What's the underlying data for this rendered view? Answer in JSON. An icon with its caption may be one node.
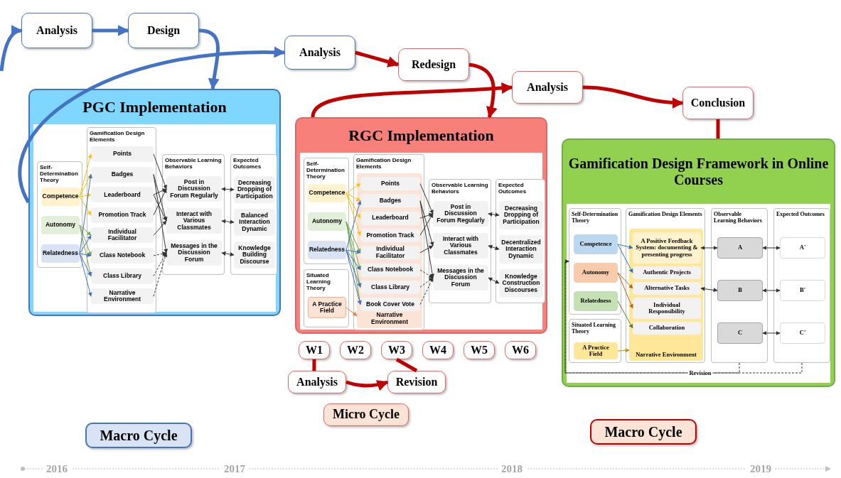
{
  "diagram": {
    "nodes": [
      {
        "text": [
          "Analysis"
        ]
      },
      {
        "text": [
          "Design"
        ]
      },
      {
        "text": [
          "Analysis"
        ]
      },
      {
        "text": [
          "Redesign"
        ]
      },
      {
        "text": [
          "Analysis"
        ]
      },
      {
        "text": [
          "Conclusion"
        ]
      },
      {
        "text": [
          "PGC Implementation"
        ]
      },
      {
        "text": [
          "Self-Determination Theory"
        ],
        "in": 6
      },
      {
        "text": [
          "Competence"
        ],
        "in": 7
      },
      {
        "text": [
          "Autonomy"
        ],
        "in": 7
      },
      {
        "text": [
          "Relatedness"
        ],
        "in": 7
      },
      {
        "text": [
          "Gamification Design Elements"
        ],
        "in": 6
      },
      {
        "text": [
          "Points"
        ],
        "in": 11
      },
      {
        "text": [
          "Badges"
        ],
        "in": 11
      },
      {
        "text": [
          "Leaderboard"
        ],
        "in": 11
      },
      {
        "text": [
          "Promotion Track"
        ],
        "in": 11
      },
      {
        "text": [
          "Individual Facilitator"
        ],
        "in": 11
      },
      {
        "text": [
          "Class Notebook"
        ],
        "in": 11
      },
      {
        "text": [
          "Class Library"
        ],
        "in": 11
      },
      {
        "text": [
          "Narrative Environment"
        ],
        "in": 11
      },
      {
        "text": [
          "Observable Learning Behaviors"
        ],
        "in": 6
      },
      {
        "text": [
          "Post in Discussion Forum Regularly"
        ],
        "in": 20
      },
      {
        "text": [
          "Interact with Various Classmates"
        ],
        "in": 20
      },
      {
        "text": [
          "Messages in the Discussion Forum"
        ],
        "in": 20
      },
      {
        "text": [
          "Expected Outcomes"
        ],
        "in": 6
      },
      {
        "text": [
          "Decreasing Dropping of Participation"
        ],
        "in": 24
      },
      {
        "text": [
          "Balanced Interaction Dynamic"
        ],
        "in": 24
      },
      {
        "text": [
          "Knowledge Building Discourse"
        ],
        "in": 24
      },
      {
        "text": [
          "RGC Implementation"
        ]
      },
      {
        "text": [
          "Self-Determination Theory"
        ],
        "in": 28
      },
      {
        "text": [
          "Competence"
        ],
        "in": 29
      },
      {
        "text": [
          "Autonomy"
        ],
        "in": 29
      },
      {
        "text": [
          "Relatedness"
        ],
        "in": 29
      },
      {
        "text": [
          "Situated Learning Theory"
        ],
        "in": 28
      },
      {
        "text": [
          "A Practice Field"
        ],
        "in": 33
      },
      {
        "text": [
          "Gamification Design Elements"
        ],
        "in": 28
      },
      {
        "text": [
          "Narrative Environment"
        ],
        "in": 35
      },
      {
        "text": [
          "Points"
        ],
        "in": 36
      },
      {
        "text": [
          "Badges"
        ],
        "in": 36
      },
      {
        "text": [
          "Leaderboard"
        ],
        "in": 36
      },
      {
        "text": [
          "Promotion Track"
        ],
        "in": 36
      },
      {
        "text": [
          "Individual Facilitator"
        ],
        "in": 36
      },
      {
        "text": [
          "Class Notebook"
        ],
        "in": 36
      },
      {
        "text": [
          "Class Library"
        ],
        "in": 36
      },
      {
        "text": [
          "Book Cover Vote"
        ],
        "in": 36
      },
      {
        "text": [
          "Observable Learning Behaviors"
        ],
        "in": 28
      },
      {
        "text": [
          "Post in Discussion Forum Regularly"
        ],
        "in": 45
      },
      {
        "text": [
          "Interact with Various Classmates"
        ],
        "in": 45
      },
      {
        "text": [
          "Messages in the Discussion Forum"
        ],
        "in": 45
      },
      {
        "text": [
          "Expected Outcomes"
        ],
        "in": 28
      },
      {
        "text": [
          "Decreasing Dropping of Participation"
        ],
        "in": 49
      },
      {
        "text": [
          "Decentralized Interaction Dynamic"
        ],
        "in": 49
      },
      {
        "text": [
          "Knowledge Construction Discourses"
        ],
        "in": 49
      },
      {
        "text": [
          "Gamification Design Framework in Online Courses"
        ]
      },
      {
        "text": [
          "Self-Determination Theory"
        ],
        "in": 53
      },
      {
        "text": [
          "Competence"
        ],
        "in": 54
      },
      {
        "text": [
          "Autonomy"
        ],
        "in": 54
      },
      {
        "text": [
          "Relatedness"
        ],
        "in": 54
      },
      {
        "text": [
          "Situated Learning Theory"
        ],
        "in": 53
      },
      {
        "text": [
          "A Practice Field"
        ],
        "in": 58
      },
      {
        "text": [
          "Gamification Design Elements"
        ],
        "in": 53
      },
      {
        "text": [
          "Narrative Environment"
        ],
        "in": 60
      },
      {
        "text": [
          "A Positive Feedback System: documenting & presenting progress"
        ],
        "in": 61
      },
      {
        "text": [
          "Authentic Projects"
        ],
        "in": 61
      },
      {
        "text": [
          "Alternative Tasks"
        ],
        "in": 61
      },
      {
        "text": [
          "Individual Responsibility"
        ],
        "in": 61
      },
      {
        "text": [
          "Collaboration"
        ],
        "in": 61
      },
      {
        "text": [
          "Observable Learning Behaviors"
        ],
        "in": 53
      },
      {
        "text": [
          "A"
        ],
        "in": 67
      },
      {
        "text": [
          "B"
        ],
        "in": 67
      },
      {
        "text": [
          "C"
        ],
        "in": 67
      },
      {
        "text": [
          "Expected Outcomes"
        ],
        "in": 53
      },
      {
        "text": [
          "A'"
        ],
        "in": 71
      },
      {
        "text": [
          "B'"
        ],
        "in": 71
      },
      {
        "text": [
          "C'"
        ],
        "in": 71
      },
      {
        "text": [
          "W1"
        ]
      },
      {
        "text": [
          "W2"
        ]
      },
      {
        "text": [
          "W3"
        ]
      },
      {
        "text": [
          "W4"
        ]
      },
      {
        "text": [
          "W5"
        ]
      },
      {
        "text": [
          "W6"
        ]
      },
      {
        "text": [
          "Analysis"
        ]
      },
      {
        "text": [
          "Revision"
        ]
      },
      {
        "text": [
          "Micro Cycle"
        ]
      },
      {
        "text": [
          "Macro Cycle"
        ]
      },
      {
        "text": [
          "Macro Cycle"
        ]
      }
    ],
    "edges": [
      {
        "from": null,
        "to": 0,
        "arrow": "to",
        "style": "thick",
        "color": "#4472c4"
      },
      {
        "from": 0,
        "to": 1,
        "arrow": "to",
        "style": "thick",
        "color": "#4472c4"
      },
      {
        "from": 1,
        "to": 6,
        "arrow": "to",
        "style": "thick",
        "color": "#4472c4"
      },
      {
        "from": 6,
        "to": 2,
        "arrow": "to",
        "style": "thick",
        "color": "#4472c4"
      },
      {
        "from": 2,
        "to": 3,
        "arrow": "to",
        "style": "thick",
        "color": "#c00000"
      },
      {
        "from": 3,
        "to": 28,
        "arrow": "to",
        "style": "thick",
        "color": "#c00000"
      },
      {
        "from": 28,
        "to": 4,
        "arrow": "to",
        "style": "thick",
        "color": "#c00000"
      },
      {
        "from": 4,
        "to": 5,
        "arrow": "to",
        "style": "thick",
        "color": "#c00000"
      },
      {
        "from": 5,
        "to": 53,
        "arrow": "none",
        "style": "thick",
        "color": "#c00000"
      },
      {
        "from": 75,
        "to": 81,
        "arrow": "none",
        "style": "thick",
        "color": "#c00000"
      },
      {
        "from": 81,
        "to": 82,
        "arrow": "to",
        "style": "thick",
        "color": "#c00000"
      },
      {
        "from": 82,
        "to": 77,
        "arrow": "none",
        "style": "thick",
        "color": "#c00000"
      },
      {
        "from": 8,
        "to": 12,
        "arrow": "to",
        "color": "#ffc000"
      },
      {
        "from": 8,
        "to": 13,
        "arrow": "to",
        "color": "#ffc000"
      },
      {
        "from": 8,
        "to": 14,
        "arrow": "to",
        "color": "#ffc000"
      },
      {
        "from": 8,
        "to": 15,
        "arrow": "to",
        "color": "#ffc000"
      },
      {
        "from": 9,
        "to": 16,
        "arrow": "to",
        "color": "#70ad47"
      },
      {
        "from": 9,
        "to": 17,
        "arrow": "to",
        "color": "#70ad47"
      },
      {
        "from": 9,
        "to": 18,
        "arrow": "to",
        "color": "#70ad47"
      },
      {
        "from": 10,
        "to": 13,
        "arrow": "to",
        "color": "#4472c4"
      },
      {
        "from": 10,
        "to": 16,
        "arrow": "to",
        "color": "#4472c4"
      },
      {
        "from": 10,
        "to": 17,
        "arrow": "to",
        "color": "#4472c4"
      },
      {
        "from": 10,
        "to": 18,
        "arrow": "to",
        "color": "#4472c4"
      },
      {
        "from": 10,
        "to": 19,
        "arrow": "to",
        "color": "#4472c4"
      },
      {
        "from": 12,
        "to": 21,
        "arrow": "to"
      },
      {
        "from": 13,
        "to": 22,
        "arrow": "to"
      },
      {
        "from": 13,
        "to": 23,
        "arrow": "to"
      },
      {
        "from": 14,
        "to": 21,
        "arrow": "to"
      },
      {
        "from": 14,
        "to": 22,
        "arrow": "to"
      },
      {
        "from": 15,
        "to": 21,
        "arrow": "to"
      },
      {
        "from": 16,
        "to": 22,
        "arrow": "to"
      },
      {
        "from": 17,
        "to": 23,
        "arrow": "to",
        "style": "dashed"
      },
      {
        "from": 18,
        "to": 23,
        "arrow": "to",
        "style": "dashed"
      },
      {
        "from": 19,
        "to": 23,
        "arrow": "to",
        "style": "dashed"
      },
      {
        "from": 21,
        "to": 25,
        "arrow": "both"
      },
      {
        "from": 22,
        "to": 26,
        "arrow": "both"
      },
      {
        "from": 23,
        "to": 27,
        "arrow": "both"
      },
      {
        "from": 30,
        "to": 37,
        "arrow": "to",
        "color": "#ffc000"
      },
      {
        "from": 30,
        "to": 38,
        "arrow": "to",
        "color": "#ffc000"
      },
      {
        "from": 30,
        "to": 39,
        "arrow": "to",
        "color": "#ffc000"
      },
      {
        "from": 30,
        "to": 40,
        "arrow": "to",
        "color": "#ffc000"
      },
      {
        "from": 31,
        "to": 41,
        "arrow": "to",
        "color": "#70ad47"
      },
      {
        "from": 31,
        "to": 42,
        "arrow": "to",
        "color": "#70ad47"
      },
      {
        "from": 31,
        "to": 43,
        "arrow": "to",
        "color": "#70ad47"
      },
      {
        "from": 31,
        "to": 44,
        "arrow": "to",
        "color": "#70ad47"
      },
      {
        "from": 32,
        "to": 38,
        "arrow": "to",
        "color": "#4472c4"
      },
      {
        "from": 32,
        "to": 41,
        "arrow": "to",
        "color": "#4472c4"
      },
      {
        "from": 32,
        "to": 42,
        "arrow": "to",
        "color": "#4472c4"
      },
      {
        "from": 32,
        "to": 43,
        "arrow": "to",
        "color": "#4472c4"
      },
      {
        "from": 32,
        "to": 44,
        "arrow": "to",
        "color": "#4472c4"
      },
      {
        "from": 34,
        "to": 36,
        "arrow": "to",
        "color": "#ed7d31"
      },
      {
        "from": 37,
        "to": 46,
        "arrow": "to"
      },
      {
        "from": 38,
        "to": 47,
        "arrow": "to"
      },
      {
        "from": 38,
        "to": 48,
        "arrow": "to"
      },
      {
        "from": 39,
        "to": 46,
        "arrow": "to"
      },
      {
        "from": 40,
        "to": 46,
        "arrow": "to"
      },
      {
        "from": 41,
        "to": 47,
        "arrow": "to"
      },
      {
        "from": 42,
        "to": 48,
        "arrow": "to",
        "style": "dashed"
      },
      {
        "from": 43,
        "to": 48,
        "arrow": "to",
        "style": "dashed"
      },
      {
        "from": 44,
        "to": 48,
        "arrow": "to",
        "style": "dashed"
      },
      {
        "from": 46,
        "to": 50,
        "arrow": "both"
      },
      {
        "from": 47,
        "to": 51,
        "arrow": "both"
      },
      {
        "from": 48,
        "to": 52,
        "arrow": "both"
      },
      {
        "from": 55,
        "to": 62,
        "arrow": "to",
        "color": "#2e75b6"
      },
      {
        "from": 55,
        "to": 63,
        "arrow": "to",
        "color": "#2e75b6"
      },
      {
        "from": 56,
        "to": 64,
        "arrow": "to",
        "color": "#c55a11"
      },
      {
        "from": 56,
        "to": 65,
        "arrow": "to",
        "color": "#c55a11"
      },
      {
        "from": 57,
        "to": 66,
        "arrow": "to",
        "color": "#548235"
      },
      {
        "from": 59,
        "to": 61,
        "arrow": "to",
        "color": "#bf9000"
      },
      {
        "from": 62,
        "to": 68,
        "arrow": "both"
      },
      {
        "from": 64,
        "to": 69,
        "arrow": "both"
      },
      {
        "from": 68,
        "to": 72,
        "arrow": "both"
      },
      {
        "from": 69,
        "to": 73,
        "arrow": "both"
      },
      {
        "from": 70,
        "to": 74,
        "arrow": "both"
      },
      {
        "from": 67,
        "to": 54,
        "arrow": "to",
        "style": "dashed",
        "label": "Revision"
      },
      {
        "from": 71,
        "to": 54,
        "arrow": "to",
        "style": "dashed"
      }
    ],
    "labels": [
      "2016",
      "2017",
      "2018",
      "2019"
    ]
  }
}
